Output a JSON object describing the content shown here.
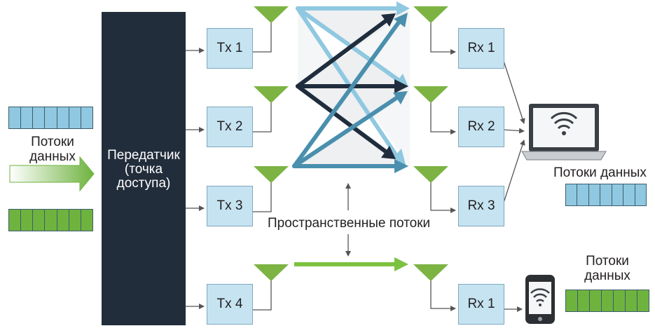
{
  "left_streams_label": "Потоки\nданных",
  "transmitter_label": "Передатчик\n(точка\nдоступа)",
  "tx_labels": [
    "Tx 1",
    "Tx 2",
    "Tx 3",
    "Tx 4"
  ],
  "rx_labels": [
    "Rx 1",
    "Rx 2",
    "Rx 3",
    "Rx 1"
  ],
  "spatial_streams_label": "Пространственные потоки",
  "laptop_streams_label": "Потоки данных",
  "phone_streams_label": "Потоки\nданных",
  "colors": {
    "stream_blue": "#8fc8e0",
    "stream_green": "#6fb33f",
    "transmitter": "#222d3b",
    "box_fill": "#c5e3f1",
    "antenna": "#7cb342",
    "arrow_dark": "#1f2d3d",
    "arrow_mid": "#4a8fad",
    "arrow_light": "#8fc8e0",
    "arrow_green": "#7cc13f"
  },
  "icons": [
    "laptop-wifi-icon",
    "phone-wifi-icon",
    "antenna-icon"
  ]
}
